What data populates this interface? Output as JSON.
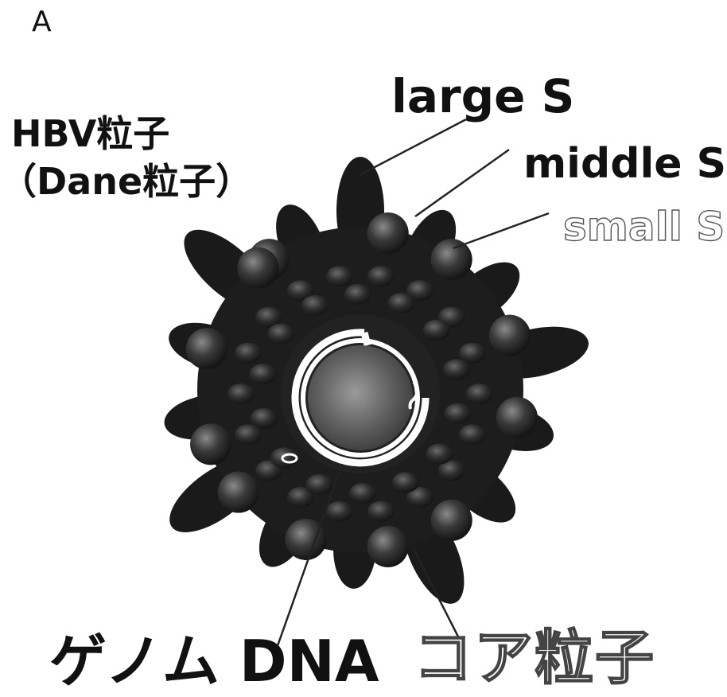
{
  "panel_letter": "A",
  "particle_title": {
    "line1": "HBV粒子",
    "line2": "（Dane粒子）"
  },
  "labels": {
    "large_s": "large S",
    "middle_s": "middle S",
    "small_s": "small S",
    "genome_dna": "ゲノム DNA",
    "core_particle": "コア粒子"
  },
  "colors": {
    "background": "#ffffff",
    "protein_dark": "#1a1a1a",
    "protein_mid": "#3a3a3a",
    "core_gray": "#6a6a6a",
    "dna_ring": "#ffffff"
  }
}
